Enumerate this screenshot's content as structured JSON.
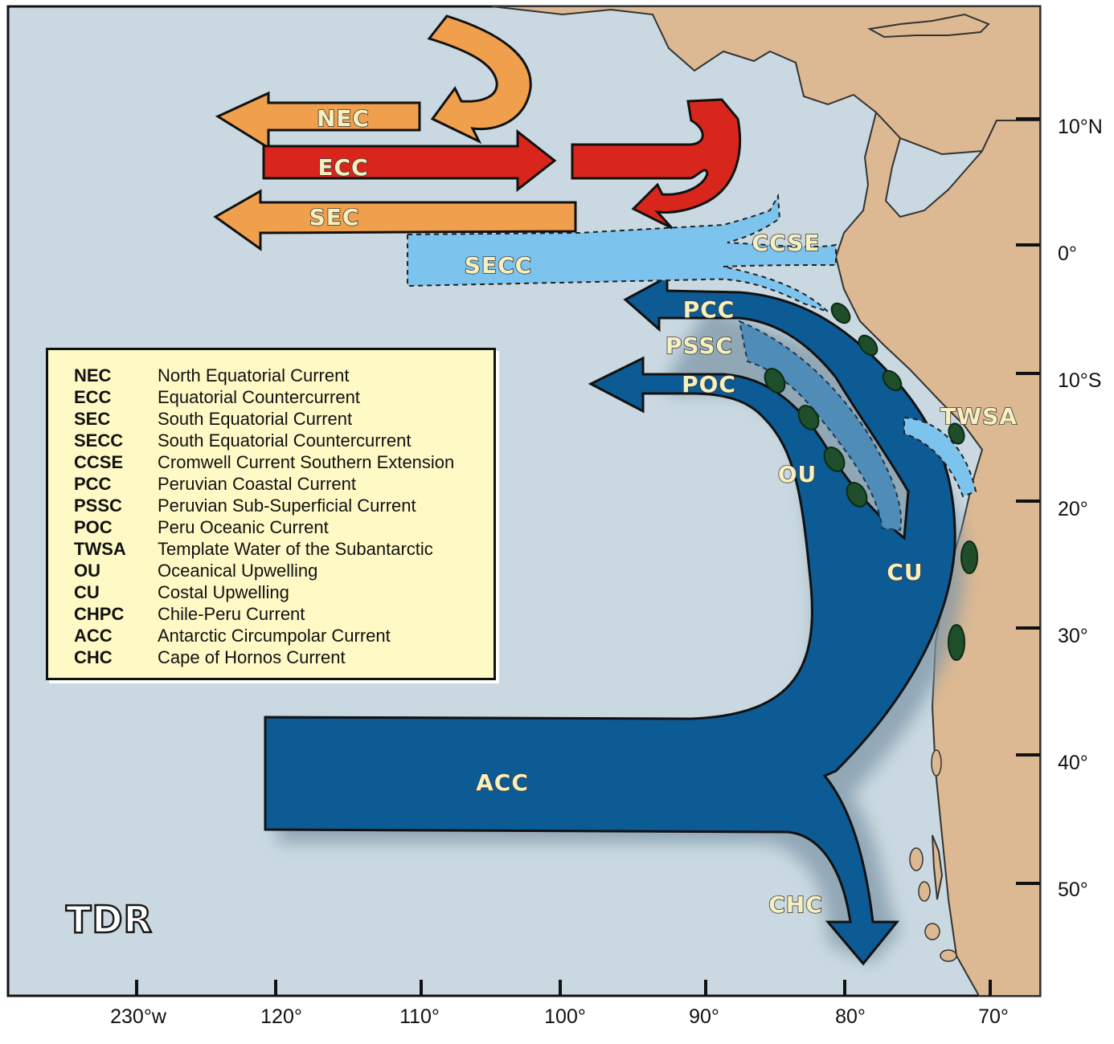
{
  "currents": {
    "nec": "NEC",
    "ecc": "ECC",
    "sec": "SEC",
    "secc": "SECC",
    "ccse": "CCSE",
    "pcc": "PCC",
    "pssc": "PSSC",
    "poc": "POC",
    "twsa": "TWSA",
    "ou": "OU",
    "cu": "CU",
    "acc": "ACC",
    "chc": "CHC"
  },
  "legend": [
    {
      "code": "NEC",
      "name": "North Equatorial Current"
    },
    {
      "code": "ECC",
      "name": "Equatorial Countercurrent"
    },
    {
      "code": "SEC",
      "name": "South Equatorial Current"
    },
    {
      "code": "SECC",
      "name": "South Equatorial Countercurrent"
    },
    {
      "code": "CCSE",
      "name": "Cromwell Current Southern Extension"
    },
    {
      "code": "PCC",
      "name": "Peruvian Coastal Current"
    },
    {
      "code": "PSSC",
      "name": "Peruvian Sub-Superficial Current"
    },
    {
      "code": "POC",
      "name": "Peru Oceanic Current"
    },
    {
      "code": "TWSA",
      "name": "Template Water of the Subantarctic"
    },
    {
      "code": "OU",
      "name": "Oceanical Upwelling"
    },
    {
      "code": "CU",
      "name": "Costal Upwelling"
    },
    {
      "code": "CHPC",
      "name": "Chile-Peru Current"
    },
    {
      "code": "ACC",
      "name": "Antarctic Circumpolar Current"
    },
    {
      "code": "CHC",
      "name": "Cape of Hornos Current"
    }
  ],
  "axes": {
    "longitude": [
      "230°w",
      "120°",
      "110°",
      "100°",
      "90°",
      "80°",
      "70°"
    ],
    "latitude": [
      "10°N",
      "0°",
      "10°S",
      "20°",
      "30°",
      "40°",
      "50°"
    ]
  },
  "brand": "TDR",
  "colors": {
    "ocean": "#cad9e1",
    "land": "#dcb993",
    "warm_current": "#f0a04d",
    "countercurrent": "#d9261c",
    "cold_current": "#0c5b94",
    "secc": "#7cc3ee",
    "upwelling": "#1f4f2a",
    "legend_bg": "#fff9c6"
  }
}
